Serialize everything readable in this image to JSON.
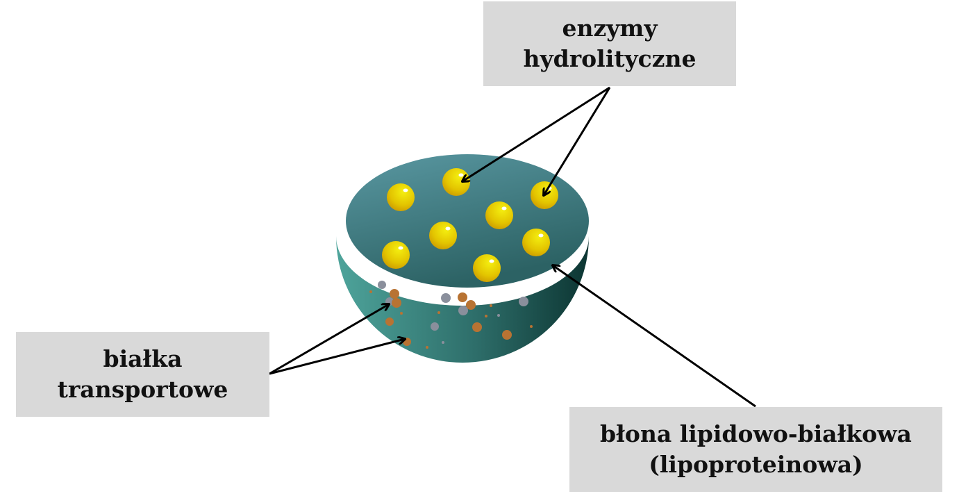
{
  "labels": {
    "enzymes": [
      "enzymy",
      "hydrolityczne"
    ],
    "transport": [
      "białka",
      "transportowe"
    ],
    "membrane": [
      "błona lipidowo-białkowa",
      "(lipoproteinowa)"
    ]
  },
  "colors": {
    "label_bg": "#d9d9d9",
    "body_light": "#4a9d96",
    "body_dark": "#0e3a36",
    "top_light": "#5a96a0",
    "top_dark": "#2e6466",
    "enzyme": "#e8d200",
    "protein_brown": "#b87333",
    "protein_grey": "#8a8f9c"
  }
}
